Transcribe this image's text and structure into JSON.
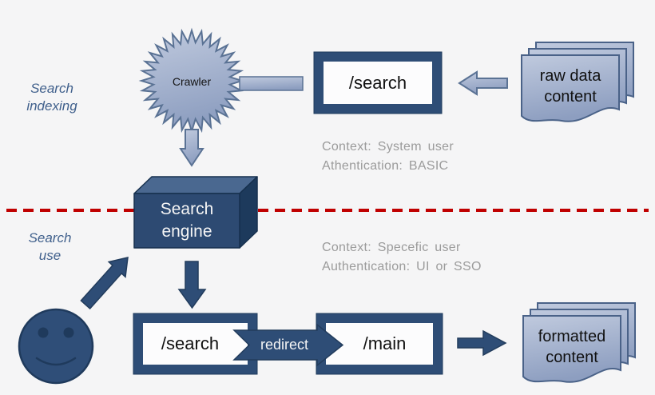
{
  "section_labels": {
    "indexing": "Search\nindexing",
    "use": "Search\nuse"
  },
  "crawler": {
    "label": "Crawler"
  },
  "engine": {
    "label": "Search\nengine"
  },
  "endpoints": {
    "search_top": "/search",
    "search_bottom": "/search",
    "main": "/main",
    "redirect": "redirect"
  },
  "documents": {
    "raw": "raw data\ncontent",
    "formatted": "formatted\ncontent"
  },
  "annotations": {
    "indexing_context": "Context: System user",
    "indexing_auth": "Athentication: BASIC",
    "use_context": "Context: Specefic user",
    "use_auth": "Authentication: UI or SSO"
  },
  "colors": {
    "background": "#f5f5f6",
    "accent_dark": "#2e4d76",
    "accent_dark_border": "#1f3a5c",
    "accent_light_top": "#bcc6dc",
    "accent_light_bottom": "#8fa0c1",
    "light_border": "#5a7294",
    "divider_red": "#c00000",
    "annotation_gray": "#9b9b9b",
    "label_blue": "#40608c"
  }
}
